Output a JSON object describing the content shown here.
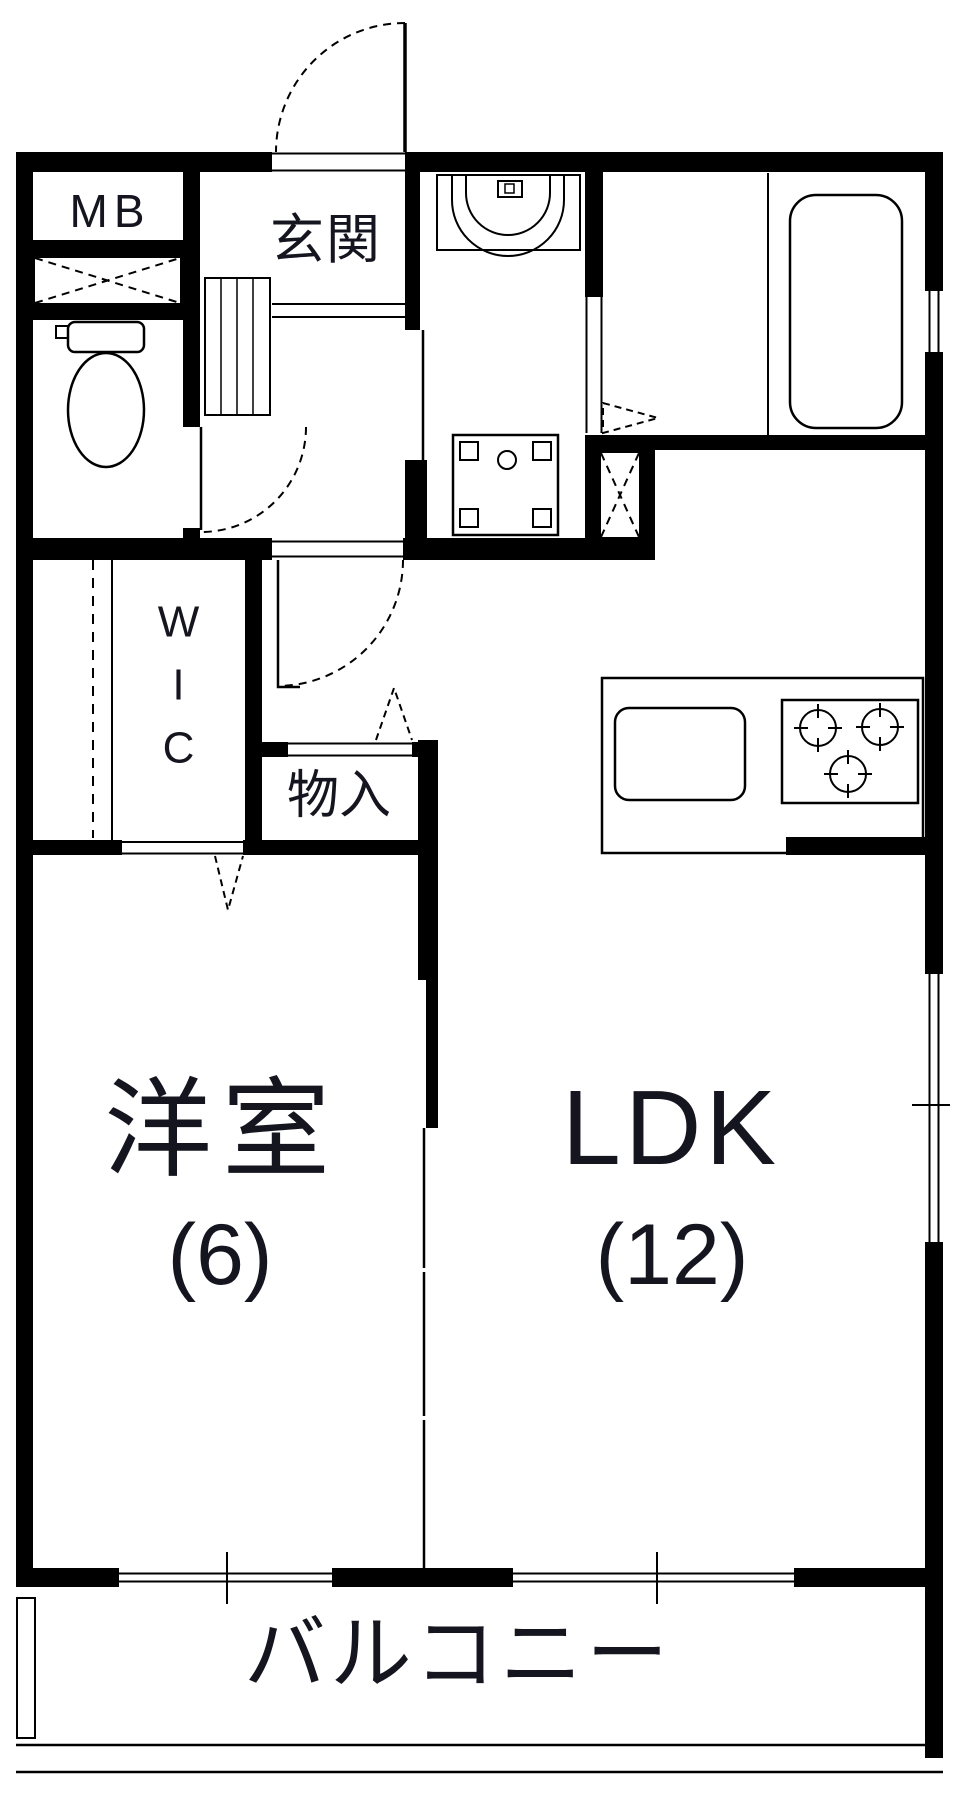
{
  "floor_plan": {
    "type": "apartment-floor-plan",
    "colors": {
      "wall": "#000000",
      "background": "#ffffff",
      "text": "#15151f"
    },
    "labels": {
      "meter_box": "MB",
      "entrance": "玄関",
      "walk_in_closet": "WIC",
      "storage": "物入",
      "western_room": "洋室",
      "western_room_size": "(6)",
      "ldk": "LDK",
      "ldk_size": "(12)",
      "balcony": "バルコニー"
    },
    "fixtures": [
      "entrance-door",
      "shoe-cabinet",
      "meter-box-x",
      "toilet",
      "washbasin",
      "washing-machine-pan",
      "bathtub",
      "folding-bath-door",
      "pipe-space-x",
      "kitchen-sink",
      "stove-3-burner",
      "sliding-partition",
      "windows",
      "balcony"
    ]
  }
}
